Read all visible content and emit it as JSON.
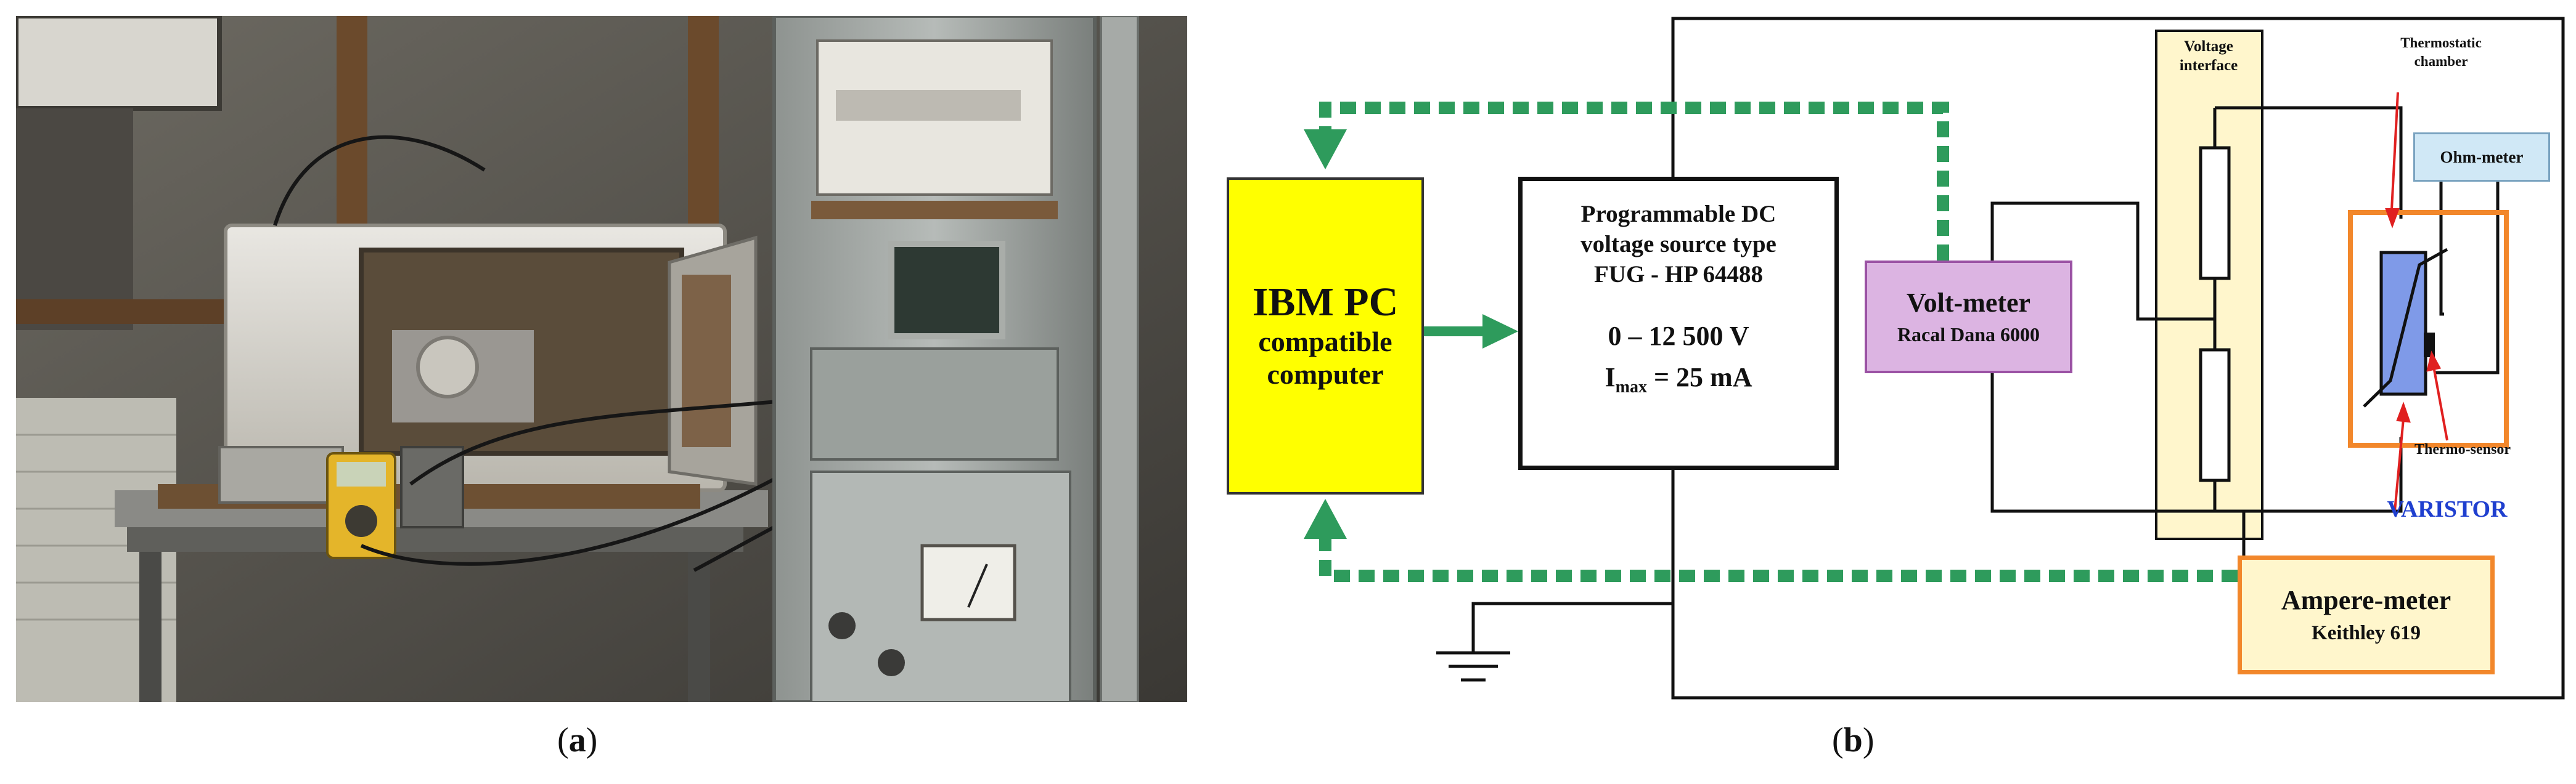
{
  "panel_a": {
    "caption_open": "(",
    "caption_letter": "a",
    "caption_close": ")"
  },
  "panel_b": {
    "caption_open": "(",
    "caption_letter": "b",
    "caption_close": ")",
    "computer": {
      "title": "IBM PC",
      "line1": "compatible",
      "line2": "computer"
    },
    "source": {
      "line1": "Programmable DC",
      "line2": "voltage source type",
      "line3": "FUG - HP 64488",
      "range": "0 – 12 500 V",
      "imax_label": "I",
      "imax_sub": "max",
      "imax_value": " = 25 mA"
    },
    "voltmeter": {
      "title": "Volt-meter",
      "model": "Racal Dana 6000"
    },
    "ammeter": {
      "title": "Ampere-meter",
      "model": "Keithley 619"
    },
    "ohmmeter": {
      "title": "Ohm-meter"
    },
    "voltage_interface": {
      "line1": "Voltage",
      "line2": "interface"
    },
    "thermostatic_chamber": {
      "line1": "Thermostatic",
      "line2": "chamber"
    },
    "thermo_sensor": {
      "label": "Thermo-sensor"
    },
    "varistor": {
      "label": "VARISTOR"
    },
    "colors": {
      "data_link": "#2e9b5c",
      "computer_fill": "#ffff00",
      "voltmeter_fill": "#dcb4e2",
      "ammeter_border": "#f2872b",
      "interface_fill": "#fff6cc",
      "varistor_fill": "#7f9ae8",
      "varistor_text": "#1f3fcf",
      "pointer_arrow": "#e02020",
      "chamber_border": "#f2872b",
      "ohmmeter_fill": "#d0e8f6"
    }
  }
}
